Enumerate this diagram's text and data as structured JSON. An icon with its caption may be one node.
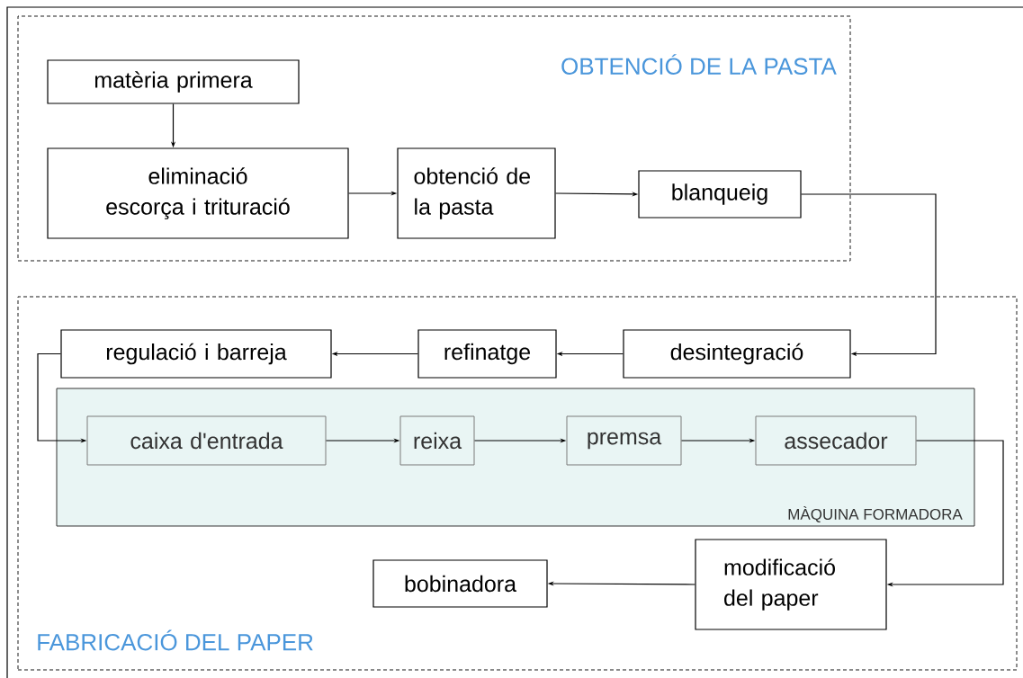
{
  "diagram": {
    "nodes": [
      {
        "text": [
          "OBTENCIÓ DE LA PASTA"
        ]
      },
      {
        "text": [
          "matèria primera"
        ],
        "in": 0
      },
      {
        "text": [
          "eliminació escorça i trituració"
        ],
        "in": 0
      },
      {
        "text": [
          "obtenció de la pasta"
        ],
        "in": 0
      },
      {
        "text": [
          "blanqueig"
        ],
        "in": 0
      },
      {
        "text": [
          "FABRICACIÓ DEL PAPER"
        ]
      },
      {
        "text": [
          "regulació i barreja"
        ],
        "in": 5
      },
      {
        "text": [
          "refinatge"
        ],
        "in": 5
      },
      {
        "text": [
          "desintegració"
        ],
        "in": 5
      },
      {
        "text": [
          "MÀQUINA FORMADORA"
        ],
        "in": 5
      },
      {
        "text": [
          "caixa d'entrada"
        ],
        "in": 9
      },
      {
        "text": [
          "reixa"
        ],
        "in": 9
      },
      {
        "text": [
          "premsa"
        ],
        "in": 9
      },
      {
        "text": [
          "assecador"
        ],
        "in": 9
      },
      {
        "text": [
          "modificació del paper"
        ],
        "in": 5
      },
      {
        "text": [
          "bobinadora"
        ],
        "in": 5
      }
    ],
    "edges": [
      {
        "from": 1,
        "to": 2,
        "arrow": "to"
      },
      {
        "from": 2,
        "to": 3,
        "arrow": "to"
      },
      {
        "from": 3,
        "to": 4,
        "arrow": "to"
      },
      {
        "from": 4,
        "to": 8,
        "arrow": "to"
      },
      {
        "from": 8,
        "to": 7,
        "arrow": "to"
      },
      {
        "from": 7,
        "to": 6,
        "arrow": "to"
      },
      {
        "from": 6,
        "to": 10,
        "arrow": "to"
      },
      {
        "from": 10,
        "to": 11,
        "arrow": "to"
      },
      {
        "from": 11,
        "to": 12,
        "arrow": "to"
      },
      {
        "from": 12,
        "to": 13,
        "arrow": "to"
      },
      {
        "from": 13,
        "to": 14,
        "arrow": "to"
      },
      {
        "from": 14,
        "to": 15,
        "arrow": "to"
      }
    ]
  }
}
